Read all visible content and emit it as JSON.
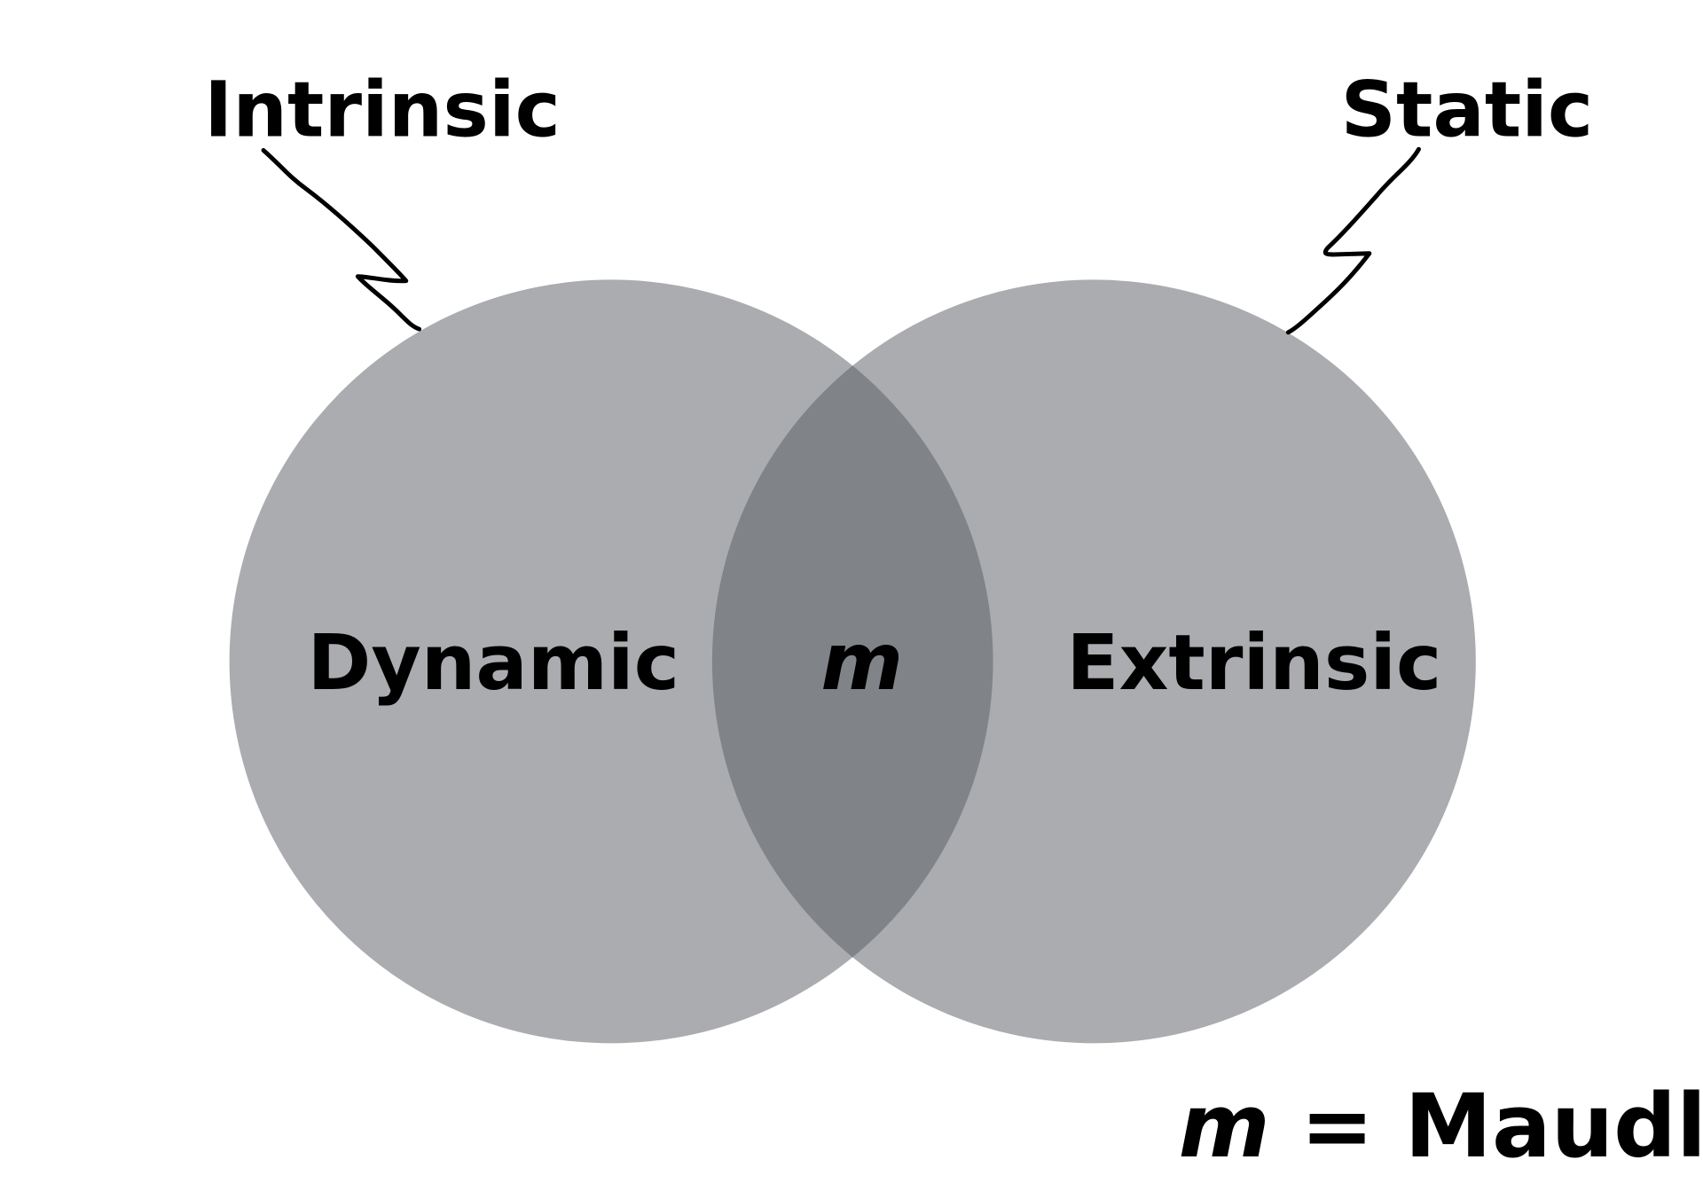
{
  "colors": {
    "circle": "#aaabae",
    "overlap": "#818488",
    "text": "#000000"
  },
  "labels": {
    "top_left": "Intrinsic",
    "top_right": "Static",
    "left_circle": "Dynamic",
    "overlap": "m",
    "right_circle": "Extrinsic"
  },
  "legend": {
    "symbol": "m",
    "equals": "=",
    "name": "Maudlin"
  }
}
